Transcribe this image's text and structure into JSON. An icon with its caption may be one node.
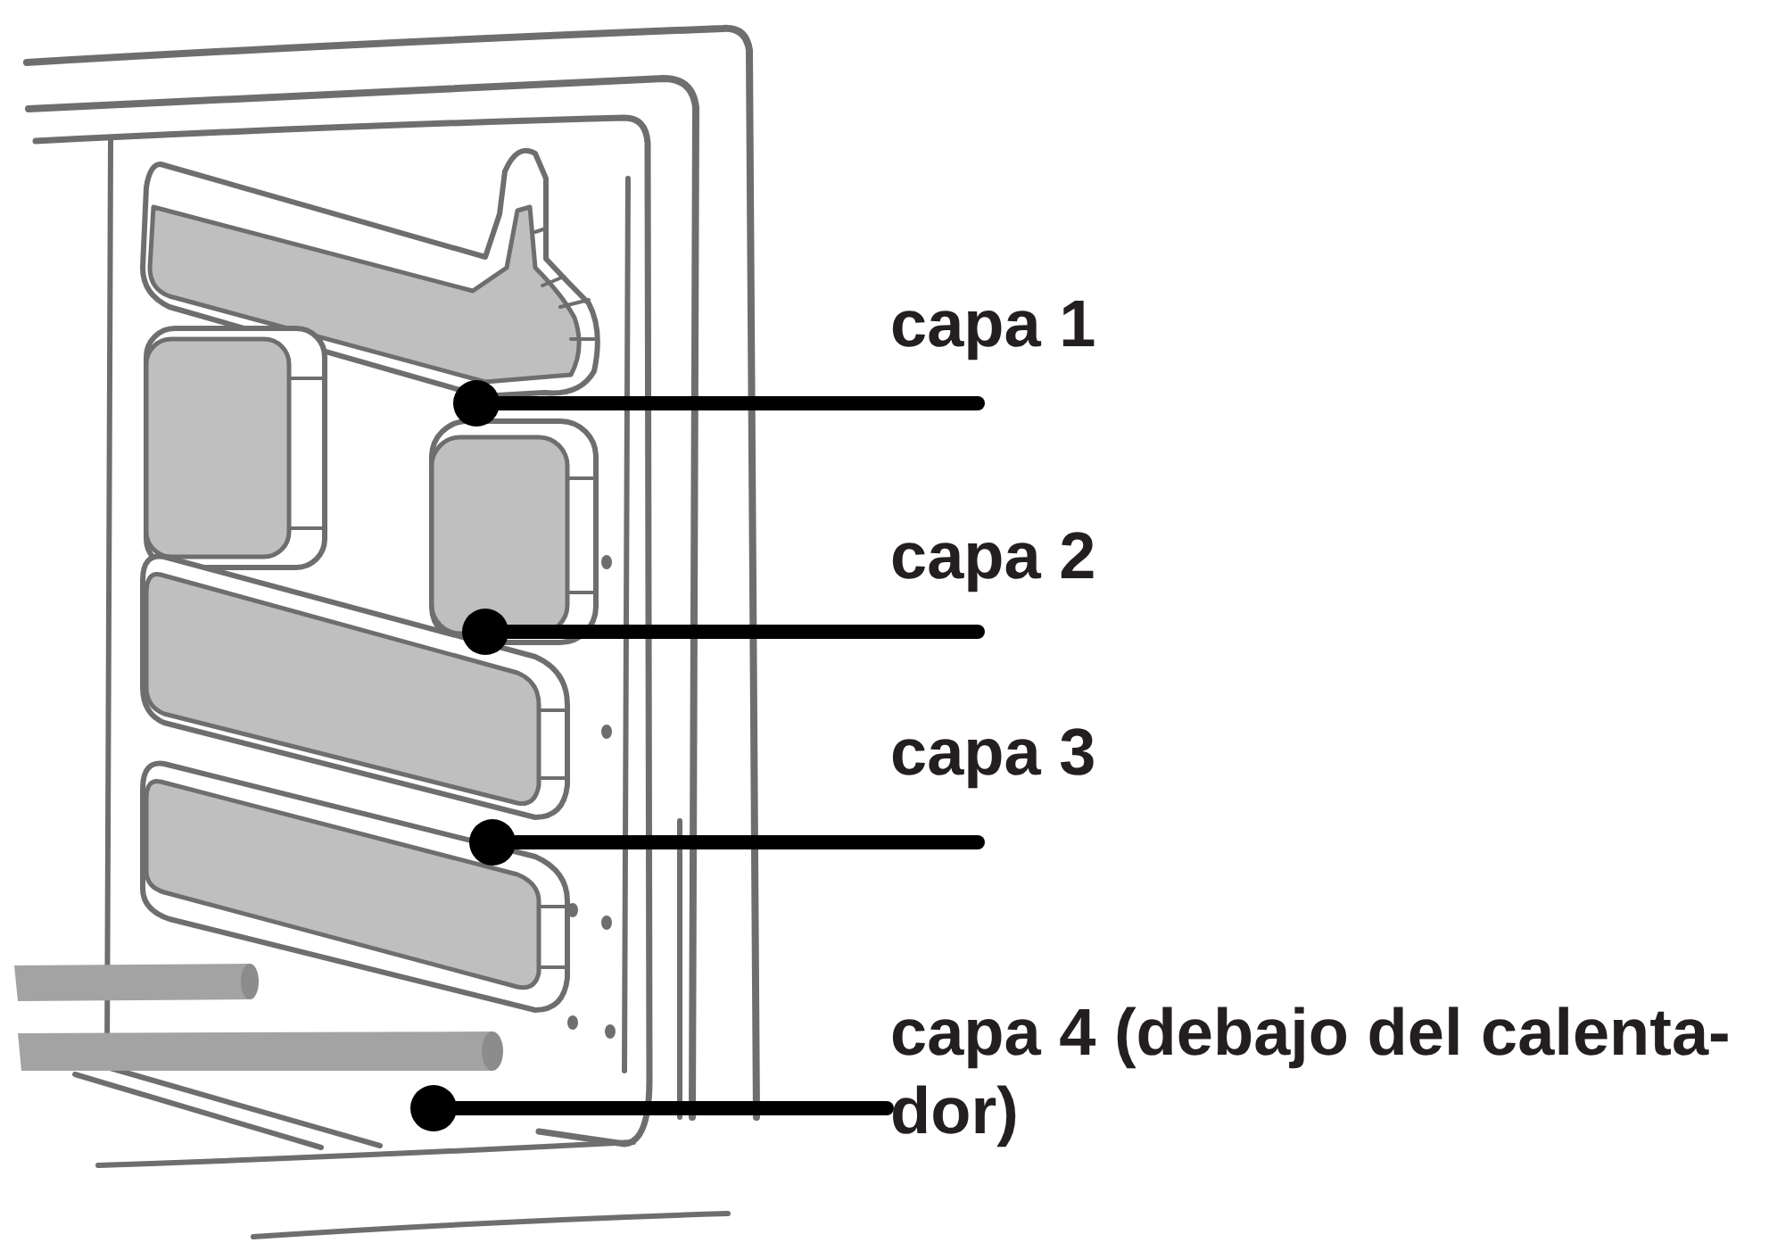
{
  "diagram": {
    "nodes": [
      {
        "text": [
          "capa 1"
        ]
      },
      {
        "text": [
          "capa 2"
        ]
      },
      {
        "text": [
          "capa 3"
        ]
      },
      {
        "text": [
          "capa 4 (debajo del calenta-dor)"
        ]
      }
    ],
    "edges": [
      {
        "from": 0,
        "to": null,
        "arrow": "other"
      },
      {
        "from": 1,
        "to": null,
        "arrow": "other"
      },
      {
        "from": 2,
        "to": null,
        "arrow": "other"
      },
      {
        "from": 3,
        "to": null,
        "arrow": "other"
      }
    ]
  }
}
